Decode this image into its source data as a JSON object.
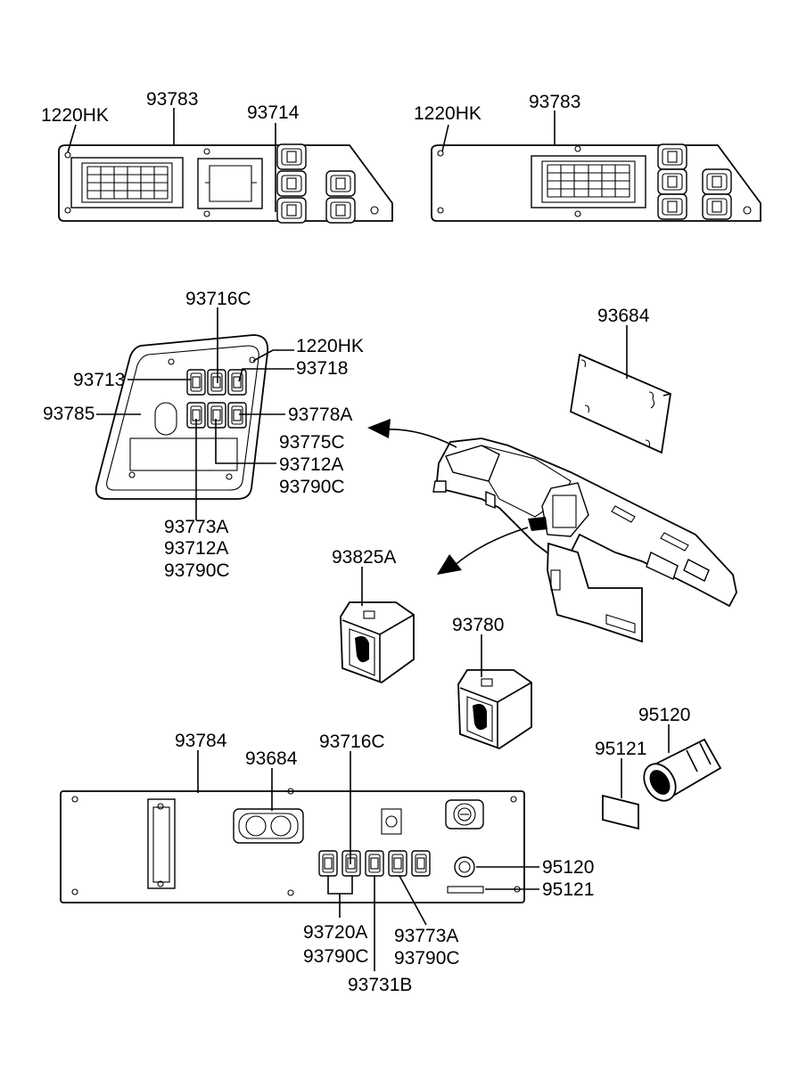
{
  "labels": {
    "p1_bolt": "1220HK",
    "p1_panel": "93783",
    "p1_switch": "93714",
    "p2_bolt": "1220HK",
    "p2_panel": "93783",
    "p3_switch_top": "93716C",
    "p3_bolt": "1220HK",
    "p3_left_upper": "93713",
    "p3_right_upper": "93718",
    "p3_panel": "93785",
    "p3_right_mid": "93778A",
    "p3_r1": "93775C",
    "p3_r2": "93712A",
    "p3_r3": "93790C",
    "p3_b1": "93773A",
    "p3_b2": "93712A",
    "p3_b3": "93790C",
    "dash_cover": "93684",
    "switch_a": "93825A",
    "switch_b": "93780",
    "lighter": "95120",
    "lighter_label": "95121",
    "p4_panel": "93784",
    "p4_cover": "93684",
    "p4_switch_top": "93716C",
    "p4_lighter": "95120",
    "p4_lighter_label": "95121",
    "p4_b1a": "93720A",
    "p4_b1b": "93790C",
    "p4_b2a": "93773A",
    "p4_b2b": "93790C",
    "p4_b3": "93731B"
  }
}
